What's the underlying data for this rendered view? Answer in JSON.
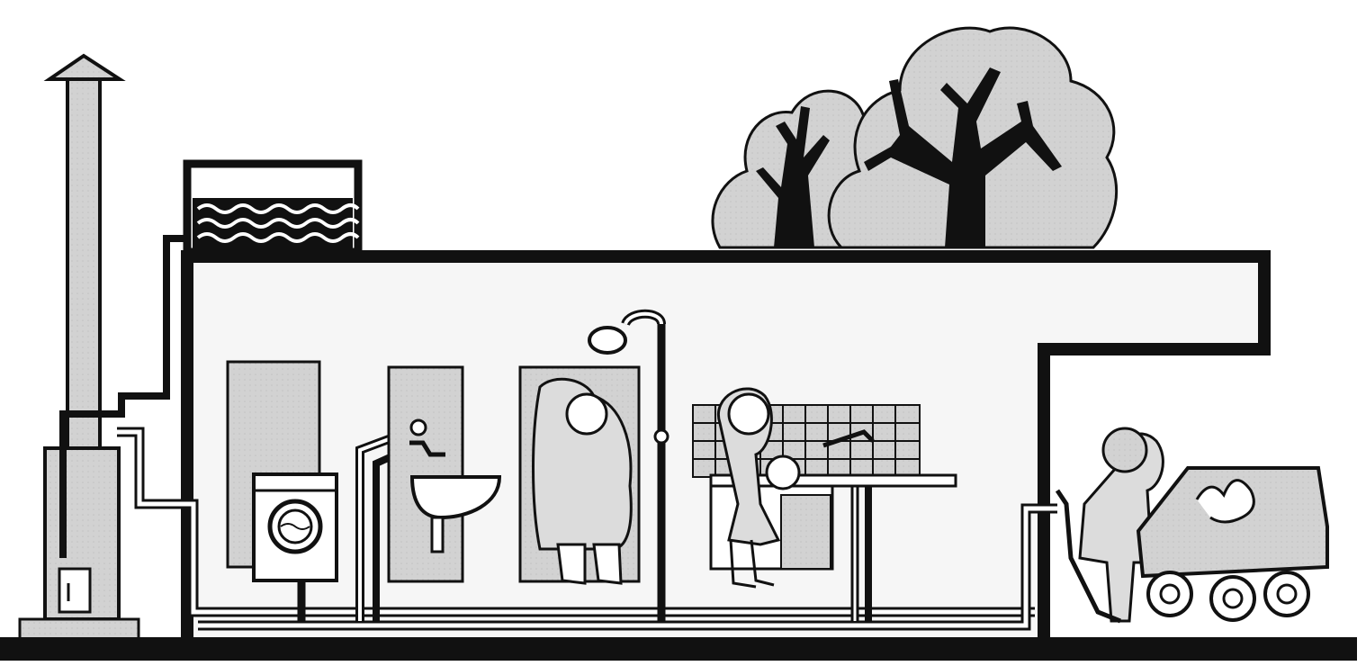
{
  "figure": {
    "type": "illustration",
    "caption": ""
  },
  "colors": {
    "ink": "#111111",
    "shade": "#cfcfcf",
    "paper": "#ffffff",
    "interior": "#f4f4f4"
  },
  "elements": [
    "chimney-with-stove",
    "roof-water-tank",
    "house-outline",
    "trees",
    "washing-machine",
    "wash-basin",
    "shower",
    "kitchen-sink",
    "garage",
    "car",
    "people"
  ]
}
